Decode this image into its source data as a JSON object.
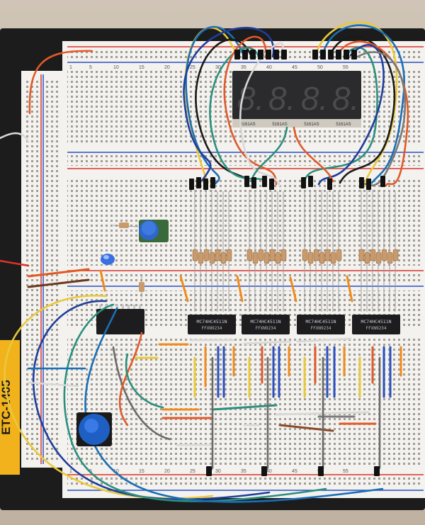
{
  "photo": {
    "kit_label": "ETC-1405",
    "display": {
      "digits": [
        "8.",
        "8.",
        "8.",
        "8."
      ],
      "module_markings": [
        "5161AS",
        "5161AS",
        "5161AS",
        "5161AS"
      ]
    },
    "decoders": [
      {
        "line1": "MC74HC4511N",
        "line2": "FFXN9234"
      },
      {
        "line1": "MC74HC4511N",
        "line2": "FFXN9234"
      },
      {
        "line1": "MC74HC4511N",
        "line2": "FFXN9234"
      },
      {
        "line1": "MC74HC4511N",
        "line2": "FFXN9234"
      }
    ],
    "counter_chip": {
      "line1": "",
      "line2": ""
    },
    "row_numbers_top": [
      "1",
      "5",
      "10",
      "15",
      "20",
      "25",
      "30",
      "35",
      "40",
      "45",
      "50",
      "55"
    ],
    "row_numbers_bottom": [
      "1",
      "5",
      "10",
      "15",
      "20",
      "25",
      "30",
      "35",
      "40",
      "45",
      "50",
      "55"
    ],
    "colors": {
      "background": "#d8cfc2",
      "breadboard": "#f4f2ee",
      "rail_red": "#d8322a",
      "rail_blue": "#2a4fbf",
      "chip": "#1d1d1f",
      "display": "#2b2b2d",
      "led_blue": "#3a6fe0",
      "button_blue": "#1f5fc4",
      "pot_blue": "#2f66c9",
      "kit_yellow": "#f2b21b"
    }
  }
}
